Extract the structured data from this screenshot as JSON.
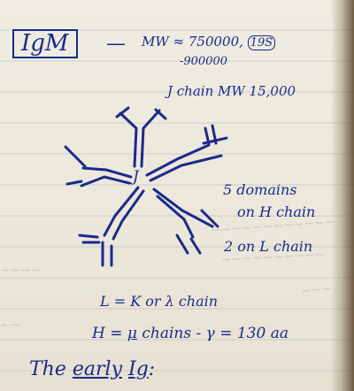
{
  "notes": {
    "title": "IgM",
    "dash": "—",
    "mw_main": "MW ≈ 750000,",
    "mw_alt": "-900000",
    "mw_circled": "19S",
    "j_chain": "J chain MW 15,000",
    "j_label": "J",
    "domains_line1": "5 domains",
    "domains_line2": "on H chain",
    "domains_line3": "2 on L chain",
    "l_line": "L = K or λ chain",
    "h_prefix": "H =",
    "h_mu": "μ",
    "h_suffix": "chains - γ = 130 aa",
    "early_prefix": "The",
    "early_word": "early",
    "early_ig": "Ig",
    "early_colon": ":"
  },
  "colors": {
    "ink": "#1c2a8a",
    "paper": "#ece8dc",
    "ruled_line": "#96a0af"
  }
}
